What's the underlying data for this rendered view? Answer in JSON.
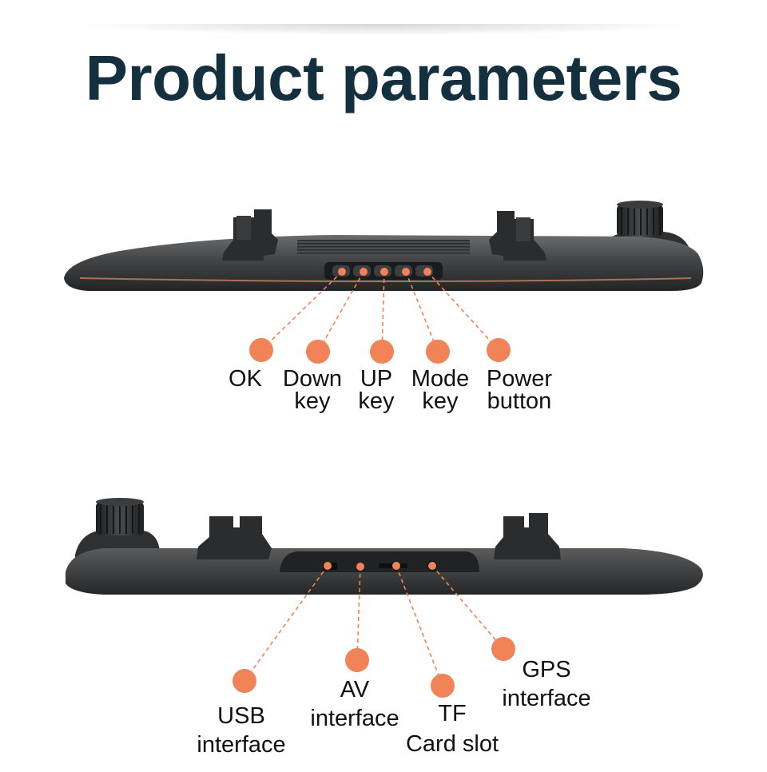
{
  "title": "Product parameters",
  "colors": {
    "accent": "#f08358",
    "title": "#14303f",
    "device": "#3c3d3f"
  },
  "top_view": {
    "callouts": [
      {
        "id": "ok",
        "lines": [
          "OK",
          ""
        ]
      },
      {
        "id": "down",
        "lines": [
          "Down",
          "key"
        ]
      },
      {
        "id": "up",
        "lines": [
          "UP",
          "key"
        ]
      },
      {
        "id": "mode",
        "lines": [
          "Mode",
          "key"
        ]
      },
      {
        "id": "power",
        "lines": [
          "Power",
          "button"
        ]
      }
    ]
  },
  "bottom_view": {
    "callouts": [
      {
        "id": "usb",
        "lines": [
          "USB",
          "interface"
        ]
      },
      {
        "id": "av",
        "lines": [
          "AV",
          "interface"
        ]
      },
      {
        "id": "tf",
        "lines": [
          "TF",
          "Card slot"
        ]
      },
      {
        "id": "gps",
        "lines": [
          "GPS",
          "interface"
        ]
      }
    ]
  }
}
